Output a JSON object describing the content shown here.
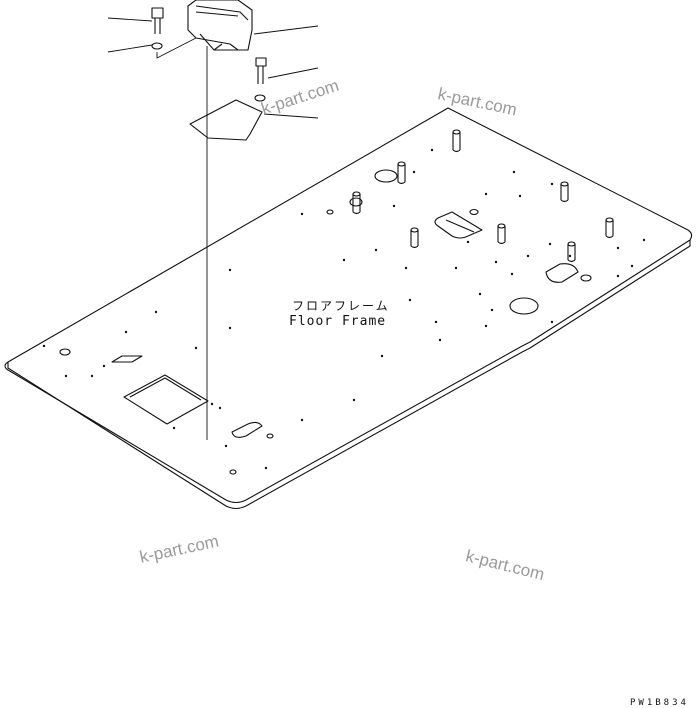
{
  "diagram": {
    "part_label_jp": "フロアフレーム",
    "part_label_en": "Floor Frame",
    "drawing_code": "PW1B834",
    "watermarks": [
      "k-part.com",
      "k-part.com",
      "k-part.com",
      "k-part.com"
    ]
  }
}
